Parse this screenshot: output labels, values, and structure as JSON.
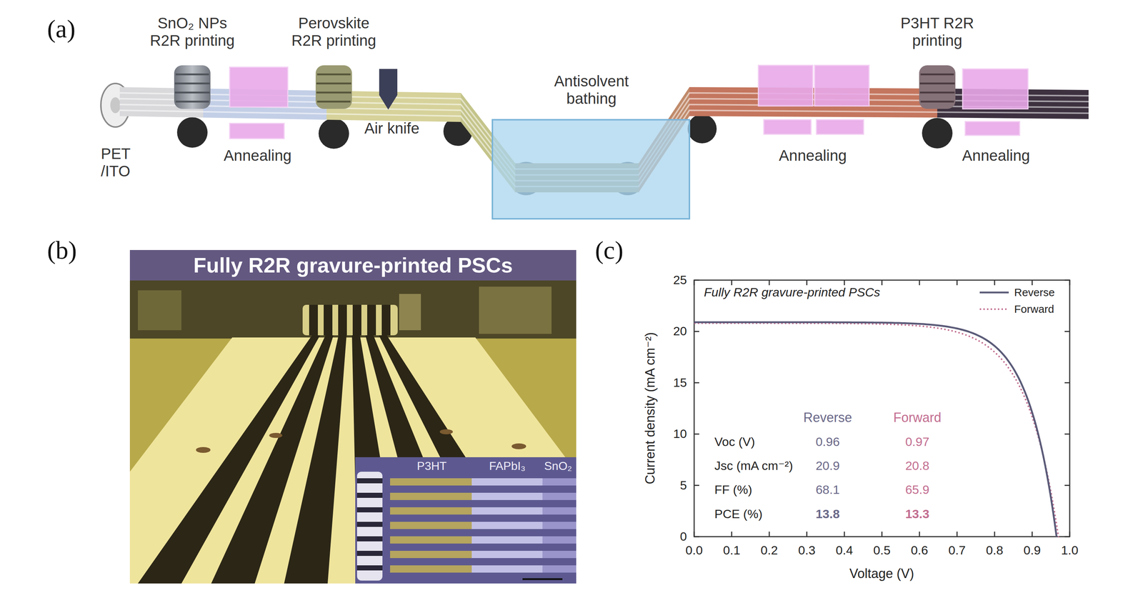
{
  "diagram": {
    "nodes": [
      {
        "text": [
          "Fully R2R gravure-printed PSCs"
        ]
      }
    ],
    "labels": [
      "(a)",
      "SnO₂ NPs R2R printing",
      "Perovskite R2R printing",
      "P3HT R2R printing",
      "PET /ITO",
      "Annealing",
      "Air knife",
      "Antisolvent bathing",
      "Annealing",
      "Annealing",
      "(b)",
      "P3HT",
      "FAPbI₃",
      "SnO₂",
      "(c)",
      "Fully R2R gravure-printed PSCs",
      "Reverse",
      "Forward",
      "Voc (V)",
      "0.96",
      "0.97",
      "Jsc (mA cm⁻²)",
      "20.9",
      "20.8",
      "FF (%)",
      "68.1",
      "65.9",
      "PCE (%)",
      "13.8",
      "13.3",
      "Current density (mA cm⁻²)",
      "Voltage (V)",
      "0",
      "5",
      "10",
      "15",
      "20",
      "25",
      "0.0",
      "0.1",
      "0.2",
      "0.3",
      "0.4",
      "0.5",
      "0.6",
      "0.7",
      "0.8",
      "0.9",
      "1.0"
    ],
    "legend": [
      {
        "text": "Reverse"
      },
      {
        "text": "Forward"
      }
    ]
  }
}
